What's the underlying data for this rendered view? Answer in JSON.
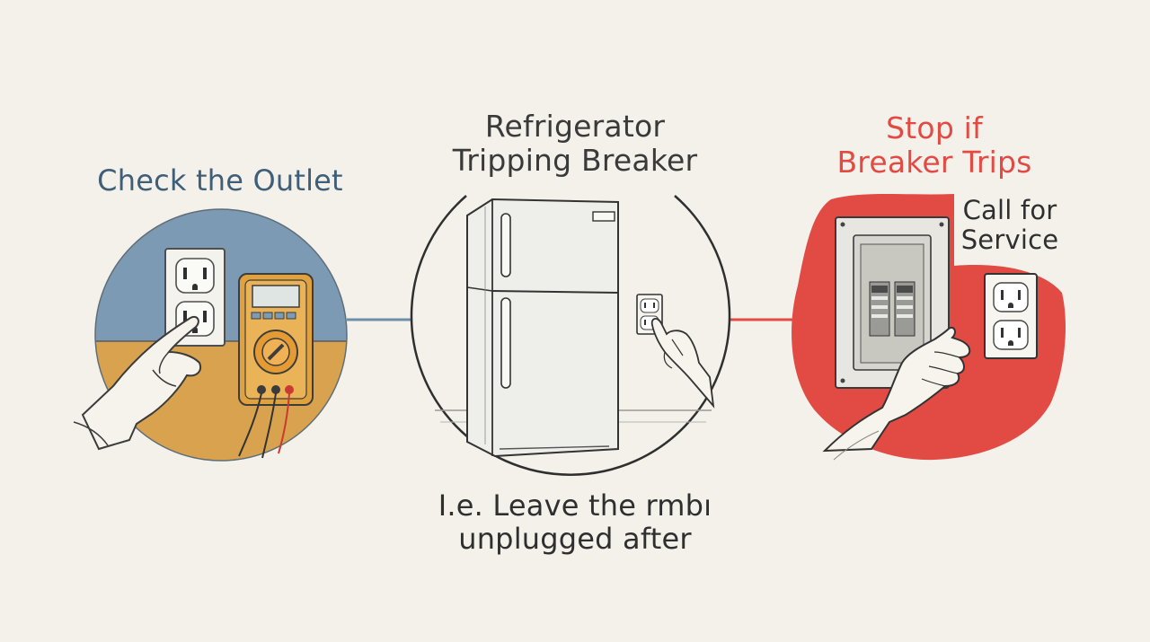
{
  "steps": {
    "left": {
      "title": "Check the Outlet"
    },
    "center": {
      "title_line1": "Refrigerator",
      "title_line2": "Tripping Breaker",
      "caption_line1": "I.e. Leave the rmbı",
      "caption_line2": "unplugged after"
    },
    "right": {
      "title_line1": "Stop if",
      "title_line2": "Breaker Trips",
      "sub_line1": "Call for",
      "sub_line2": "Service"
    }
  },
  "colors": {
    "background": "#f3f1ea",
    "left_accent": "#3f5f78",
    "right_accent": "#e24a44",
    "connector_left": "#6f8fa8",
    "connector_right": "#e24a44"
  }
}
